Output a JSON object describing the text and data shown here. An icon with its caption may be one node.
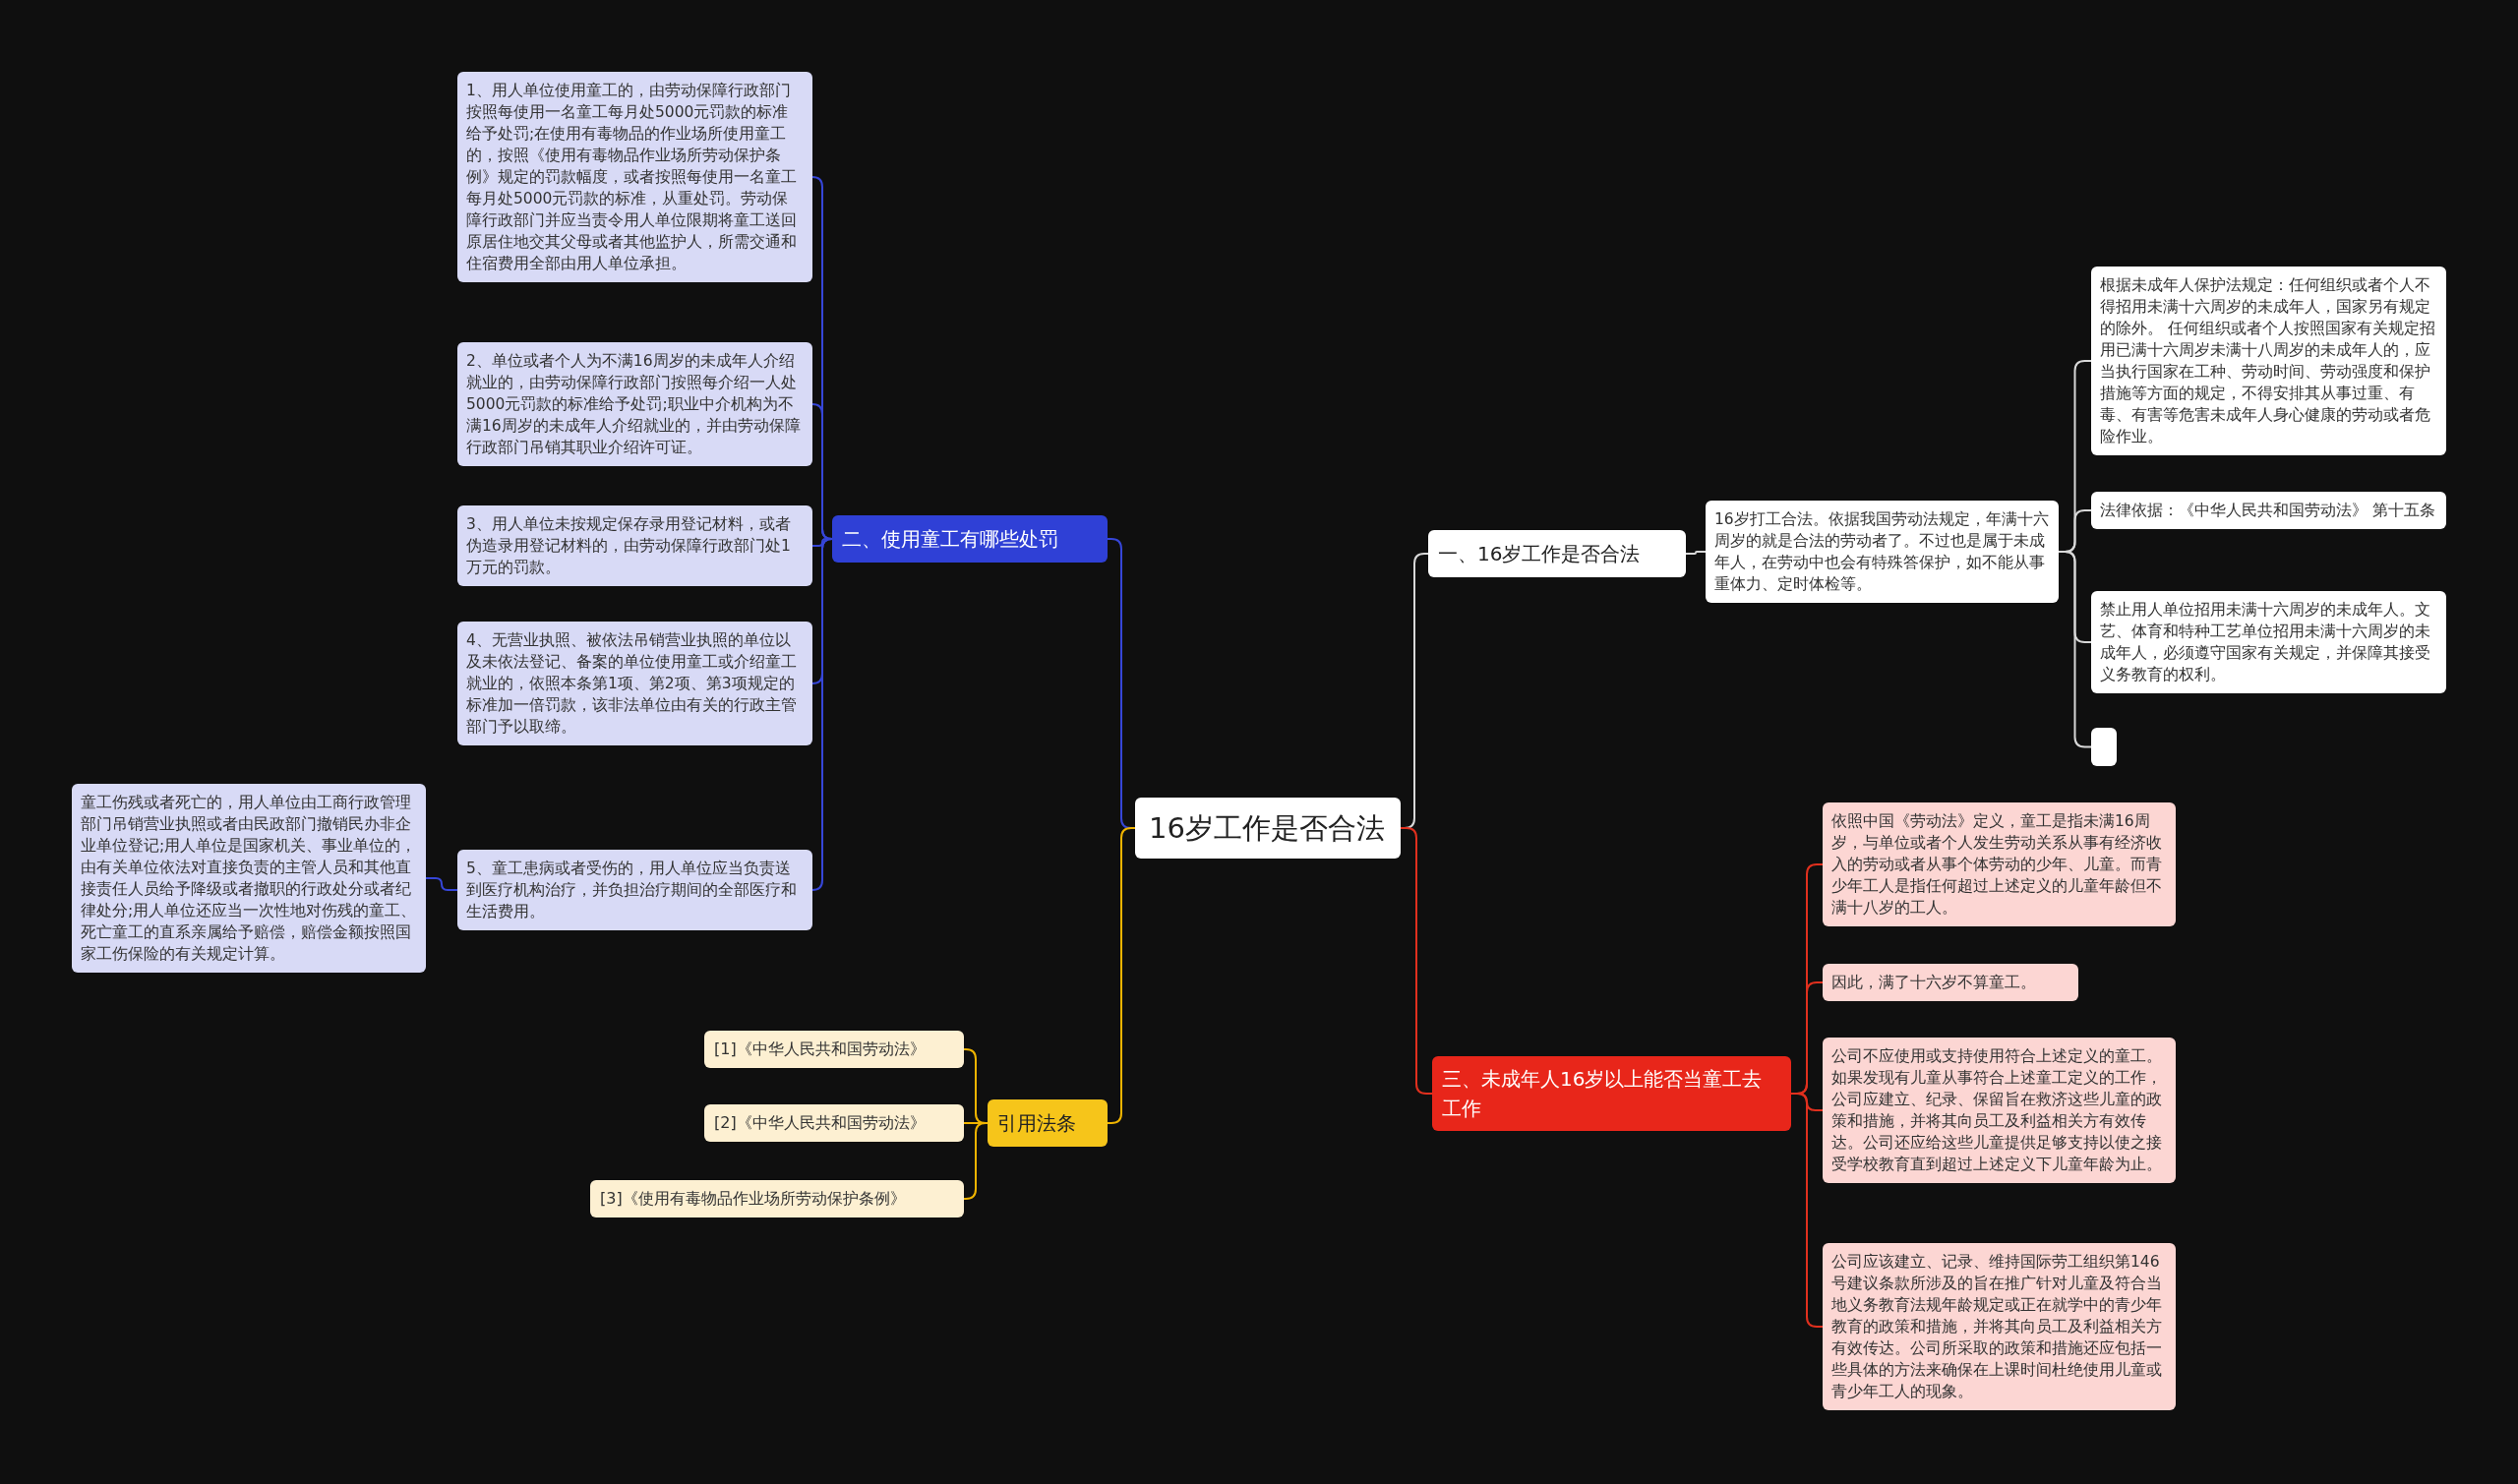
{
  "diagram": {
    "nodes": [
      {
        "text": [
          "16岁工作是否合法"
        ]
      },
      {
        "text": [
          "一、16岁工作是否合法"
        ]
      },
      {
        "text": [
          "16岁打工合法。依据我国劳动法规定，年满十六周岁的就是合法的劳动者了。不过也是属于未成年人，在劳动中也会有特殊答保护，如不能从事重体力、定时体检等。"
        ]
      },
      {
        "text": [
          "根据未成年人保护法规定：任何组织或者个人不得招用未满十六周岁的未成年人，国家另有规定的除外。 任何组织或者个人按照国家有关规定招用已满十六周岁未满十八周岁的未成年人的，应当执行国家在工种、劳动时间、劳动强度和保护措施等方面的规定，不得安排其从事过重、有毒、有害等危害未成年人身心健康的劳动或者危险作业。"
        ]
      },
      {
        "text": [
          "法律依据：《中华人民共和国劳动法》 第十五条"
        ]
      },
      {
        "text": [
          "禁止用人单位招用未满十六周岁的未成年人。文艺、体育和特种工艺单位招用未满十六周岁的未成年人，必须遵守国家有关规定，并保障其接受义务教育的权利。"
        ]
      },
      {
        "text": [],
        "shape": "box"
      },
      {
        "text": [
          "二、使用童工有哪些处罚"
        ]
      },
      {
        "text": [
          "1、用人单位使用童工的，由劳动保障行政部门按照每使用一名童工每月处5000元罚款的标准给予处罚;在使用有毒物品的作业场所使用童工的，按照《使用有毒物品作业场所劳动保护条例》规定的罚款幅度，或者按照每使用一名童工每月处5000元罚款的标准，从重处罚。劳动保障行政部门并应当责令用人单位限期将童工送回原居住地交其父母或者其他监护人，所需交通和住宿费用全部由用人单位承担。"
        ]
      },
      {
        "text": [
          "2、单位或者个人为不满16周岁的未成年人介绍就业的，由劳动保障行政部门按照每介绍一人处5000元罚款的标准给予处罚;职业中介机构为不满16周岁的未成年人介绍就业的，并由劳动保障行政部门吊销其职业介绍许可证。"
        ]
      },
      {
        "text": [
          "3、用人单位未按规定保存录用登记材料，或者伪造录用登记材料的，由劳动保障行政部门处1万元的罚款。"
        ]
      },
      {
        "text": [
          "4、无营业执照、被依法吊销营业执照的单位以及未依法登记、备案的单位使用童工或介绍童工就业的，依照本条第1项、第2项、第3项规定的标准加一倍罚款，该非法单位由有关的行政主管部门予以取缔。"
        ]
      },
      {
        "text": [
          "5、童工患病或者受伤的，用人单位应当负责送到医疗机构治疗，并负担治疗期间的全部医疗和生活费用。"
        ]
      },
      {
        "text": [
          "童工伤残或者死亡的，用人单位由工商行政管理部门吊销营业执照或者由民政部门撤销民办非企业单位登记;用人单位是国家机关、事业单位的，由有关单位依法对直接负责的主管人员和其他直接责任人员给予降级或者撤职的行政处分或者纪律处分;用人单位还应当一次性地对伤残的童工、死亡童工的直系亲属给予赔偿，赔偿金额按照国家工伤保险的有关规定计算。"
        ]
      },
      {
        "text": [
          "三、未成年人16岁以上能否当童工去工作"
        ]
      },
      {
        "text": [
          "依照中国《劳动法》定义，童工是指未满16周岁，与单位或者个人发生劳动关系从事有经济收入的劳动或者从事个体劳动的少年、儿童。而青少年工人是指任何超过上述定义的儿童年龄但不满十八岁的工人。"
        ]
      },
      {
        "text": [
          "因此，满了十六岁不算童工。"
        ]
      },
      {
        "text": [
          "公司不应使用或支持使用符合上述定义的童工。如果发现有儿童从事符合上述童工定义的工作，公司应建立、纪录、保留旨在救济这些儿童的政策和措施，并将其向员工及利益相关方有效传达。公司还应给这些儿童提供足够支持以使之接受学校教育直到超过上述定义下儿童年龄为止。"
        ]
      },
      {
        "text": [
          "公司应该建立、记录、维持国际劳工组织第146号建议条款所涉及的旨在推广针对儿童及符合当地义务教育法规年龄规定或正在就学中的青少年教育的政策和措施，并将其向员工及利益相关方有效传达。公司所采取的政策和措施还应包括一些具体的方法来确保在上课时间杜绝使用儿童或青少年工人的现象。"
        ]
      },
      {
        "text": [
          "引用法条"
        ]
      },
      {
        "text": [
          "[1]《中华人民共和国劳动法》"
        ]
      },
      {
        "text": [
          "[2]《中华人民共和国劳动法》"
        ]
      },
      {
        "text": [
          "[3]《使用有毒物品作业场所劳动保护条例》"
        ]
      }
    ],
    "edges": [
      {
        "from": 0,
        "to": 1,
        "arrow": "none",
        "color": "#d8d8d8"
      },
      {
        "from": 1,
        "to": 2,
        "arrow": "none",
        "color": "#d8d8d8"
      },
      {
        "from": 2,
        "to": 3,
        "arrow": "none",
        "color": "#d8d8d8"
      },
      {
        "from": 2,
        "to": 4,
        "arrow": "none",
        "color": "#d8d8d8"
      },
      {
        "from": 2,
        "to": 5,
        "arrow": "none",
        "color": "#d8d8d8"
      },
      {
        "from": 2,
        "to": 6,
        "arrow": "none",
        "color": "#d8d8d8"
      },
      {
        "from": 0,
        "to": 7,
        "arrow": "none",
        "color": "#3646d8"
      },
      {
        "from": 7,
        "to": 8,
        "arrow": "none",
        "color": "#3646d8"
      },
      {
        "from": 7,
        "to": 9,
        "arrow": "none",
        "color": "#3646d8"
      },
      {
        "from": 7,
        "to": 10,
        "arrow": "none",
        "color": "#3646d8"
      },
      {
        "from": 7,
        "to": 11,
        "arrow": "none",
        "color": "#3646d8"
      },
      {
        "from": 7,
        "to": 12,
        "arrow": "none",
        "color": "#3646d8"
      },
      {
        "from": 12,
        "to": 13,
        "arrow": "none",
        "color": "#3646d8"
      },
      {
        "from": 0,
        "to": 14,
        "arrow": "none",
        "color": "#e0301e"
      },
      {
        "from": 14,
        "to": 15,
        "arrow": "none",
        "color": "#e0301e"
      },
      {
        "from": 14,
        "to": 16,
        "arrow": "none",
        "color": "#e0301e"
      },
      {
        "from": 14,
        "to": 17,
        "arrow": "none",
        "color": "#e0301e"
      },
      {
        "from": 14,
        "to": 18,
        "arrow": "none",
        "color": "#e0301e"
      },
      {
        "from": 0,
        "to": 19,
        "arrow": "none",
        "color": "#f0b400"
      },
      {
        "from": 19,
        "to": 20,
        "arrow": "none",
        "color": "#f0b400"
      },
      {
        "from": 19,
        "to": 21,
        "arrow": "none",
        "color": "#f0b400"
      },
      {
        "from": 19,
        "to": 22,
        "arrow": "none",
        "color": "#f0b400"
      }
    ]
  }
}
